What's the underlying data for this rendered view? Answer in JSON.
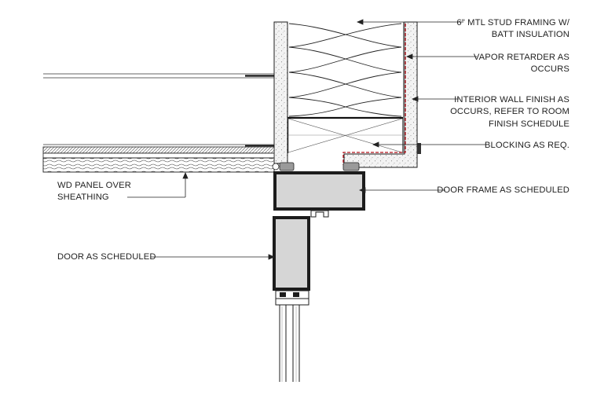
{
  "labels": {
    "stud_framing": "6\" MTL STUD FRAMING W/\nBATT INSULATION",
    "vapor_retarder": "VAPOR RETARDER AS\nOCCURS",
    "interior_finish": "INTERIOR WALL FINISH AS\nOCCURS, REFER TO ROOM\nFINISH SCHEDULE",
    "blocking": "BLOCKING AS REQ.",
    "door_frame": "DOOR FRAME AS SCHEDULED",
    "wd_panel": "WD PANEL OVER\nSHEATHING",
    "door": "DOOR AS SCHEDULED"
  },
  "colors": {
    "line": "#1c1c1c",
    "gypsum_fill": "#f2f2f2",
    "metal_fill": "#d6d6d6",
    "vapor_retarder": "#b5121b",
    "gasket": "#9a9a9a"
  }
}
